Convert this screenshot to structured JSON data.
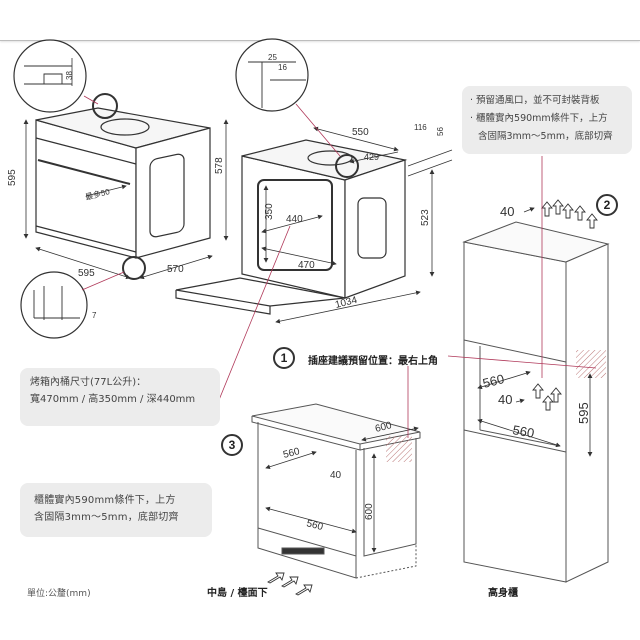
{
  "unit_label": "單位:公釐(mm)",
  "notes": {
    "capacity": {
      "line1": "烤箱內桶尺寸(77L公升)：",
      "line2": "寬470mm / 高350mm / 深440mm"
    },
    "island_cabinet": {
      "line1": "櫃體實內590mm條件下，上方",
      "line2": "含固隔3mm～5mm，底部切齊"
    },
    "tall_cabinet": {
      "line1": "· 預留通風口，並不可封裝背板",
      "line2": "· 櫃體實內590mm條件下，上方",
      "line3": "含固隔3mm～5mm，底部切齊"
    }
  },
  "callouts": {
    "socket": {
      "number": "1",
      "text": "插座建議預留位置：最右上角"
    },
    "tall": {
      "number": "2",
      "label": "高身櫃"
    },
    "island": {
      "number": "3",
      "label": "中島 / 檯面下"
    }
  },
  "oven_front": {
    "width": "595",
    "height": "595",
    "depth": "570",
    "side_height": "578",
    "handle_gap": "最多50",
    "detail_top": "38",
    "detail_bottom": "7"
  },
  "oven_open": {
    "depth": "550",
    "inner_top": "429",
    "back_offset": "116",
    "back_height": "56",
    "height": "523",
    "open_depth": "1034",
    "cavity_height": "350",
    "cavity_depth": "440",
    "cavity_width": "470",
    "detail_a": "25",
    "detail_b": "16"
  },
  "tall_cabinet": {
    "top_gap": "40",
    "niche_depth": "560",
    "inner_gap": "40",
    "niche_width": "560",
    "niche_height": "595"
  },
  "island_cabinet": {
    "depth": "600",
    "niche_depth": "560",
    "gap": "40",
    "niche_width": "560",
    "height": "600"
  },
  "colors": {
    "line": "#333333",
    "accent_red": "#b0395a",
    "note_bg": "#ececec"
  }
}
